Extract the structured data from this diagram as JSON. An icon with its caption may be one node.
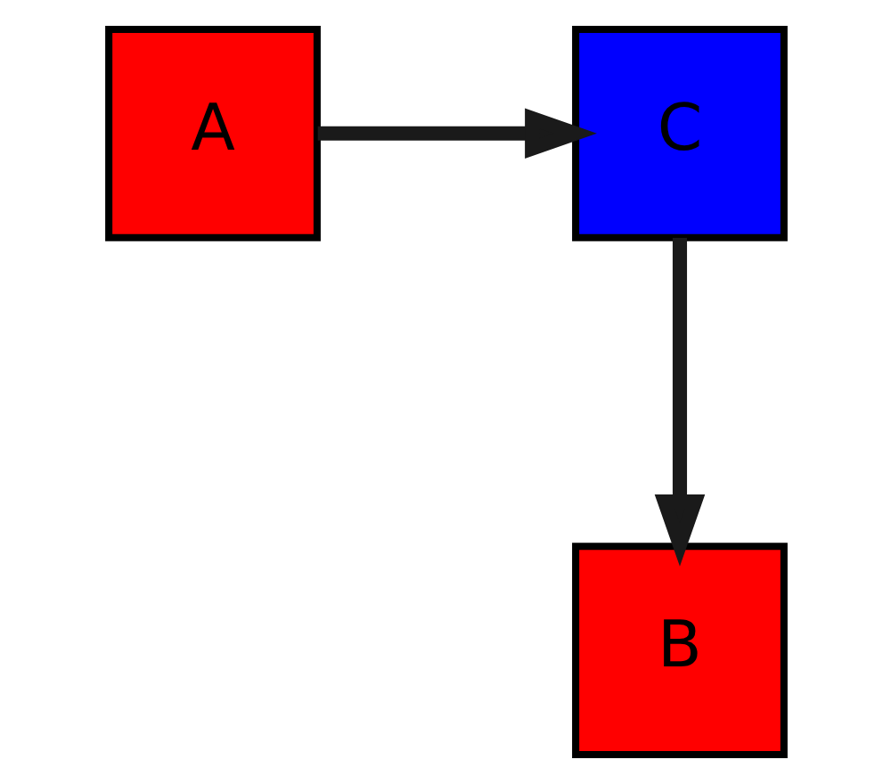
{
  "diagram": {
    "nodes": [
      {
        "text": [
          "A"
        ]
      },
      {
        "text": [
          "C"
        ]
      },
      {
        "text": [
          "B"
        ]
      }
    ],
    "edges": [
      {
        "from": 0,
        "to": 1,
        "arrow": "to"
      },
      {
        "from": 1,
        "to": 2,
        "arrow": "to"
      }
    ]
  }
}
